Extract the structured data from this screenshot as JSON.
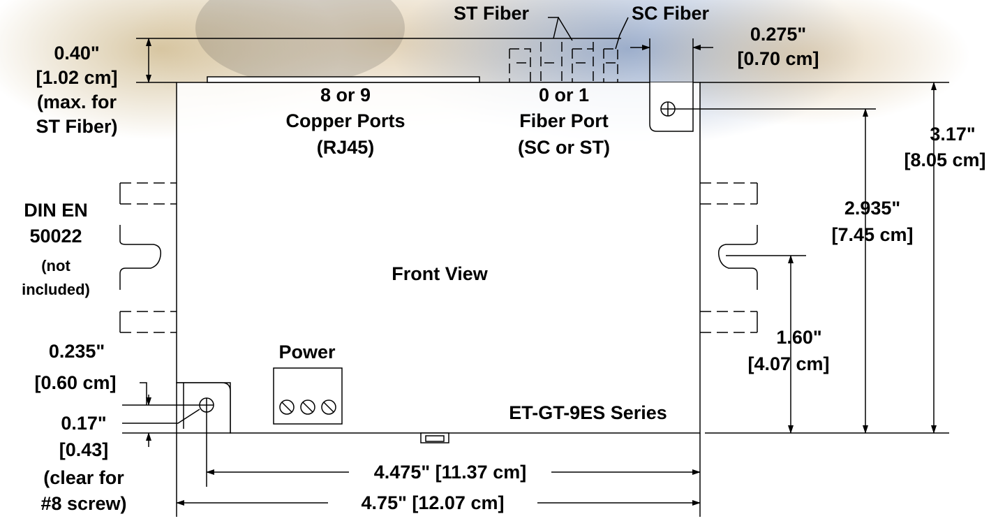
{
  "labels": {
    "st_fiber": "ST Fiber",
    "sc_fiber": "SC Fiber",
    "top_offset_in": "0.40\"",
    "top_offset_cm": "[1.02 cm]",
    "top_offset_note1": "(max. for",
    "top_offset_note2": "ST Fiber)",
    "sc_offset_in": "0.275\"",
    "sc_offset_cm": "[0.70 cm]",
    "copper_line1": "8 or 9",
    "copper_line2": "Copper Ports",
    "copper_line3": "(RJ45)",
    "fiber_line1": "0 or 1",
    "fiber_line2": "Fiber Port",
    "fiber_line3": "(SC or ST)",
    "height_in": "3.17\"",
    "height_cm": "[8.05 cm]",
    "hole_height_in": "2.935\"",
    "hole_height_cm": "[7.45 cm]",
    "din_line1": "DIN EN",
    "din_line2": "50022",
    "din_line3": "(not",
    "din_line4": "included)",
    "front_view": "Front View",
    "rail_in": "1.60\"",
    "rail_cm": "[4.07 cm]",
    "left_offset_in": "0.235\"",
    "left_offset_cm": "[0.60 cm]",
    "power": "Power",
    "series": "ET-GT-9ES Series",
    "hole_in": "0.17\"",
    "hole_cm": "[0.43]",
    "hole_note1": "(clear for",
    "hole_note2": "#8 screw)",
    "hole_spacing": "4.475\" [11.37 cm]",
    "width": "4.75\" [12.07 cm]"
  }
}
